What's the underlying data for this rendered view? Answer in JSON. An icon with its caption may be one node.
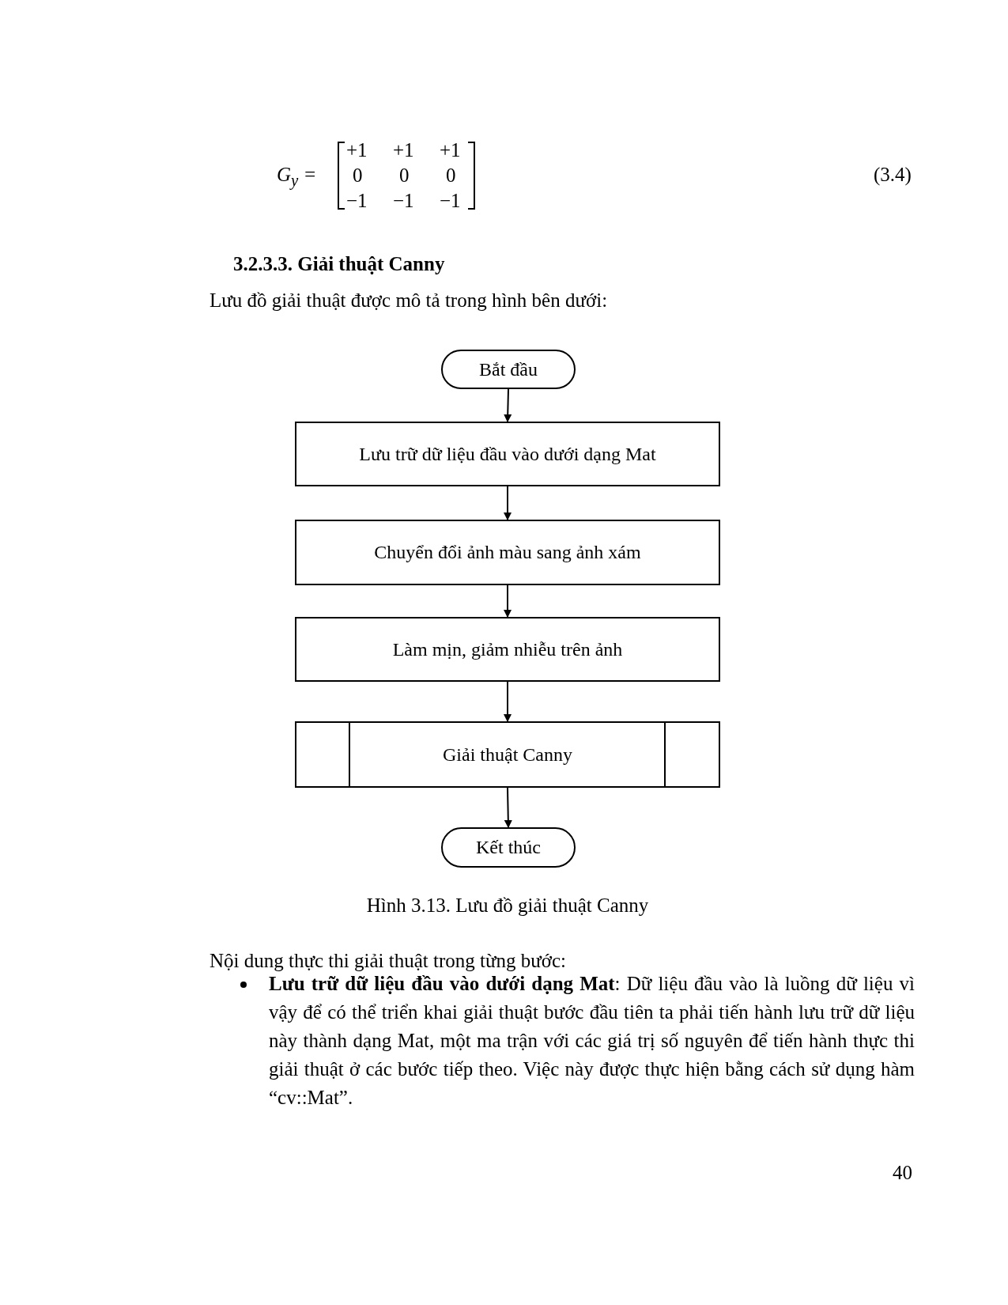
{
  "diagram": {
    "caption": "Hình 3.13. Lưu đồ giải thuật Canny",
    "nodes": [
      {
        "text": [
          "Bắt đầu"
        ]
      },
      {
        "text": [
          "Lưu trữ dữ liệu đầu vào dưới dạng Mat"
        ]
      },
      {
        "text": [
          "Chuyển đổi ảnh màu sang ảnh xám"
        ]
      },
      {
        "text": [
          "Làm mịn, giảm nhiễu trên ảnh"
        ]
      },
      {
        "text": [
          "Giải thuật Canny"
        ]
      },
      {
        "text": [
          "Kết thúc"
        ]
      }
    ],
    "edges": [
      {
        "from": 0,
        "to": 1,
        "arrow": "to"
      },
      {
        "from": 1,
        "to": 2,
        "arrow": "to"
      },
      {
        "from": 2,
        "to": 3,
        "arrow": "to"
      },
      {
        "from": 3,
        "to": 4,
        "arrow": "to"
      },
      {
        "from": 4,
        "to": 5,
        "arrow": "to"
      }
    ],
    "labels": [
      "G$_{y}$ =",
      "+1",
      "+1",
      "+1",
      "0",
      "0",
      "0",
      "−1",
      "−1",
      "−1",
      "(3.4)",
      "3.2.3.3. Giải thuật Canny",
      "Lưu đồ giải thuật được mô tả trong hình bên dưới:",
      "Nội dung thực thi giải thuật trong từng bước:",
      "**Lưu trữ dữ liệu đầu vào dưới dạng Mat**: Dữ liệu đầu vào là luồng dữ liệu vì vậy để có thể triển khai giải thuật bước đầu tiên ta phải tiến hành lưu trữ dữ liệu này thành dạng Mat, một ma trận với các giá trị số nguyên để tiến hành thực thi giải thuật ở các bước tiếp theo. Việc này được thực hiện bằng cách sử dụng hàm “cv::Mat”.",
      "40"
    ]
  }
}
